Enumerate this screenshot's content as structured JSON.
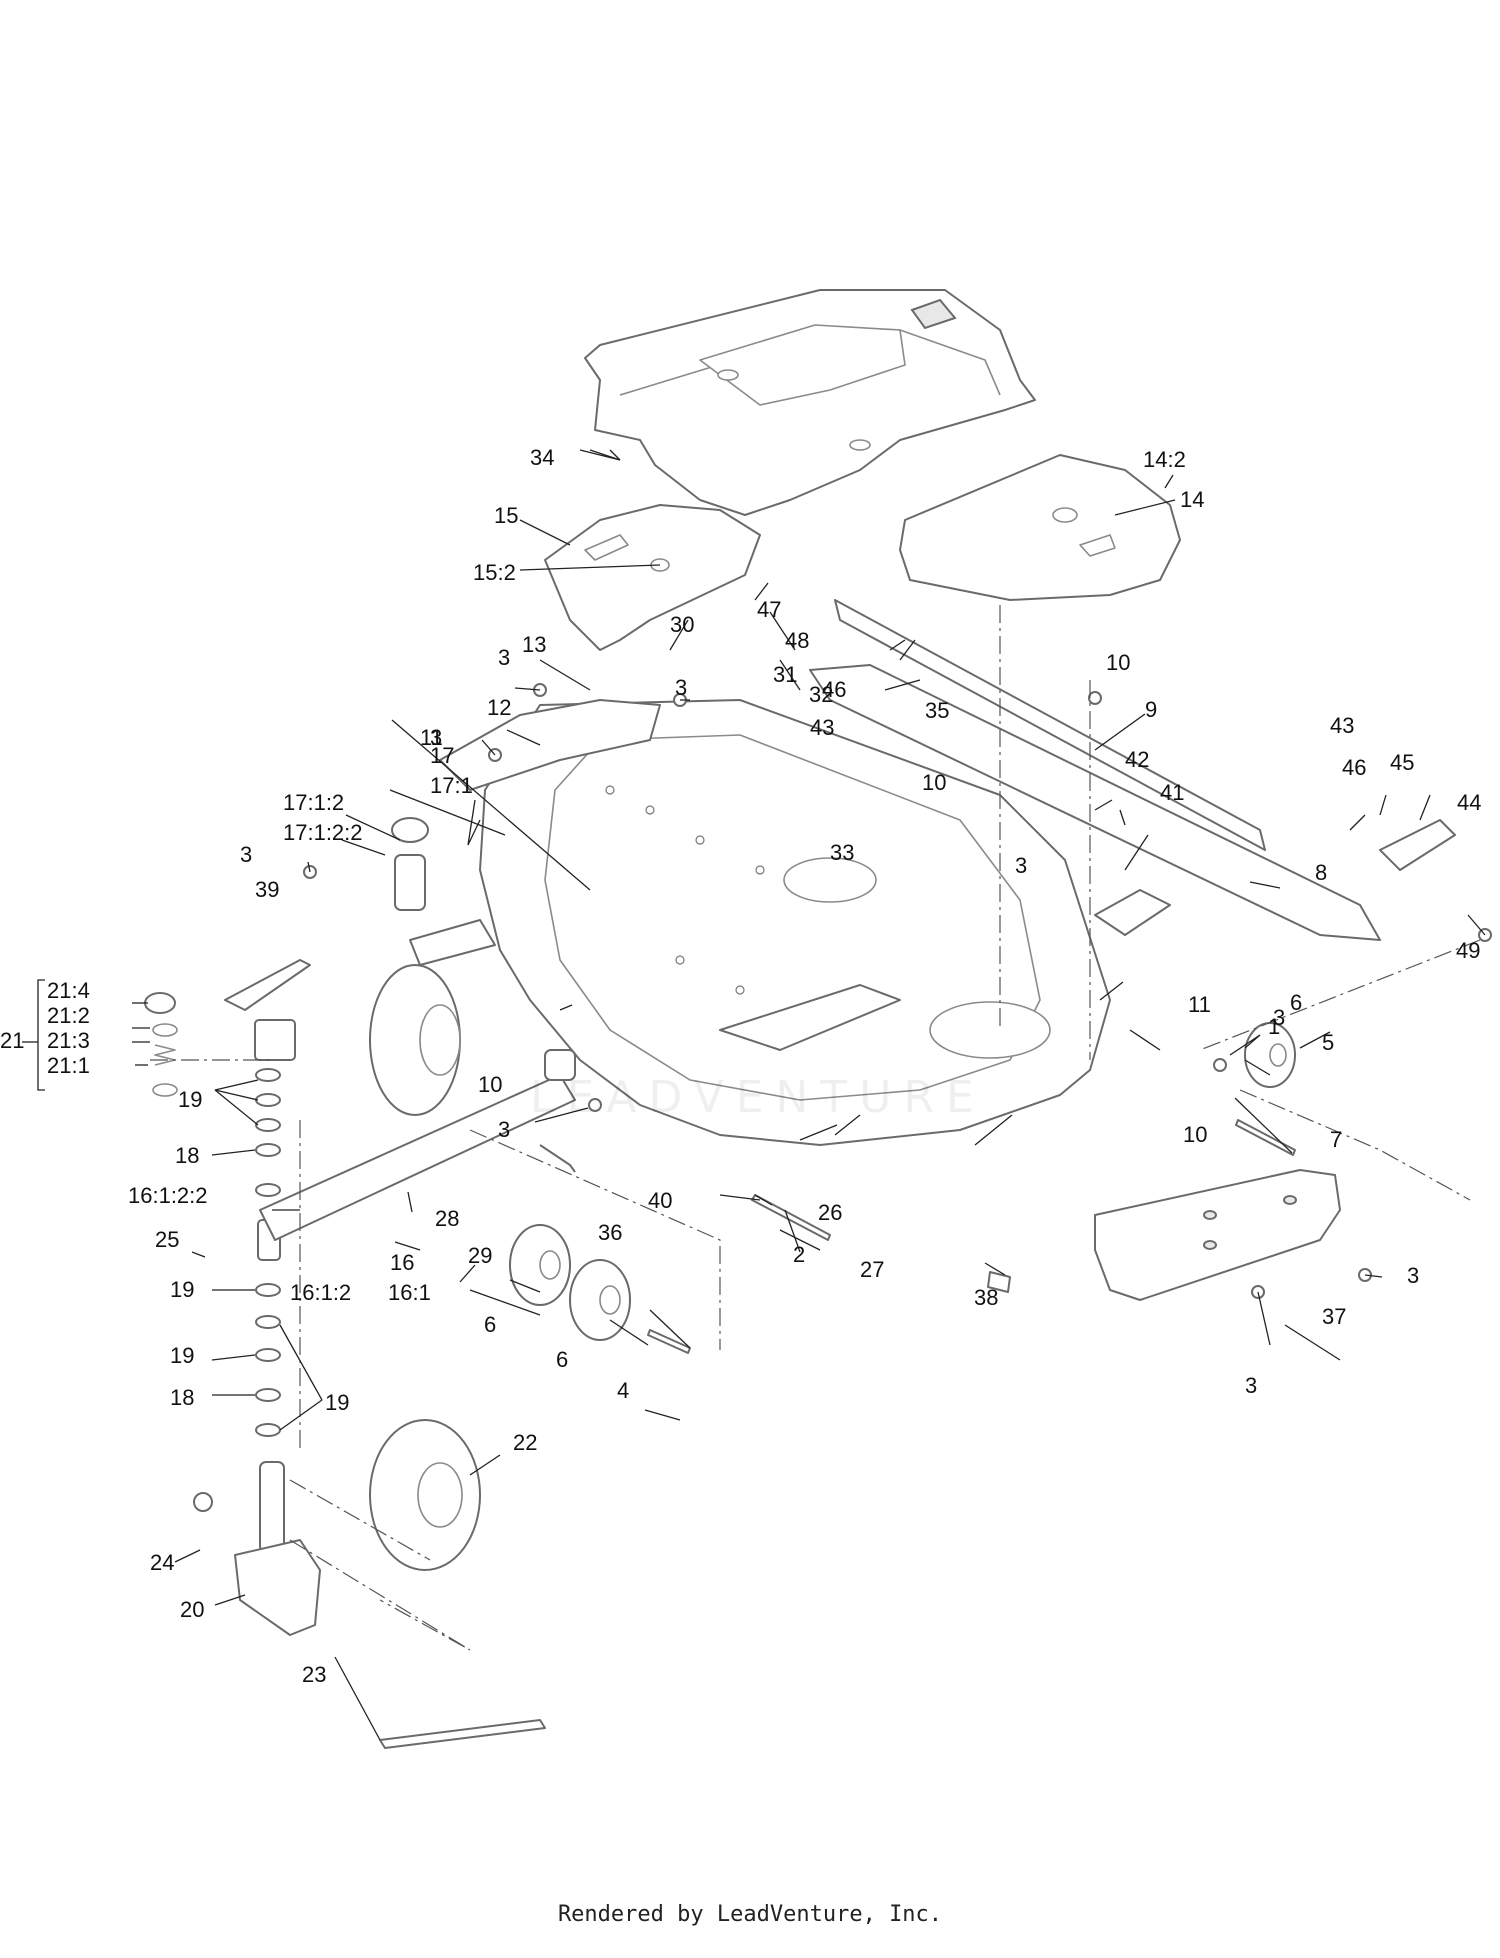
{
  "footer": "Rendered by LeadVenture, Inc.",
  "watermark": "LEADVENTURE",
  "callouts": [
    "1",
    "2",
    "3",
    "4",
    "5",
    "6",
    "7",
    "8",
    "9",
    "10",
    "11",
    "12",
    "13",
    "14",
    "14:2",
    "15",
    "15:2",
    "16",
    "16:1",
    "16:1:2",
    "16:1:2:2",
    "17",
    "17:1",
    "17:1:2",
    "17:1:2:2",
    "18",
    "19",
    "20",
    "21",
    "21:1",
    "21:2",
    "21:3",
    "21:4",
    "22",
    "23",
    "24",
    "25",
    "26",
    "27",
    "28",
    "29",
    "30",
    "31",
    "32",
    "33",
    "34",
    "35",
    "36",
    "37",
    "38",
    "39",
    "40",
    "41",
    "42",
    "43",
    "44",
    "45",
    "46",
    "47",
    "48",
    "49"
  ]
}
